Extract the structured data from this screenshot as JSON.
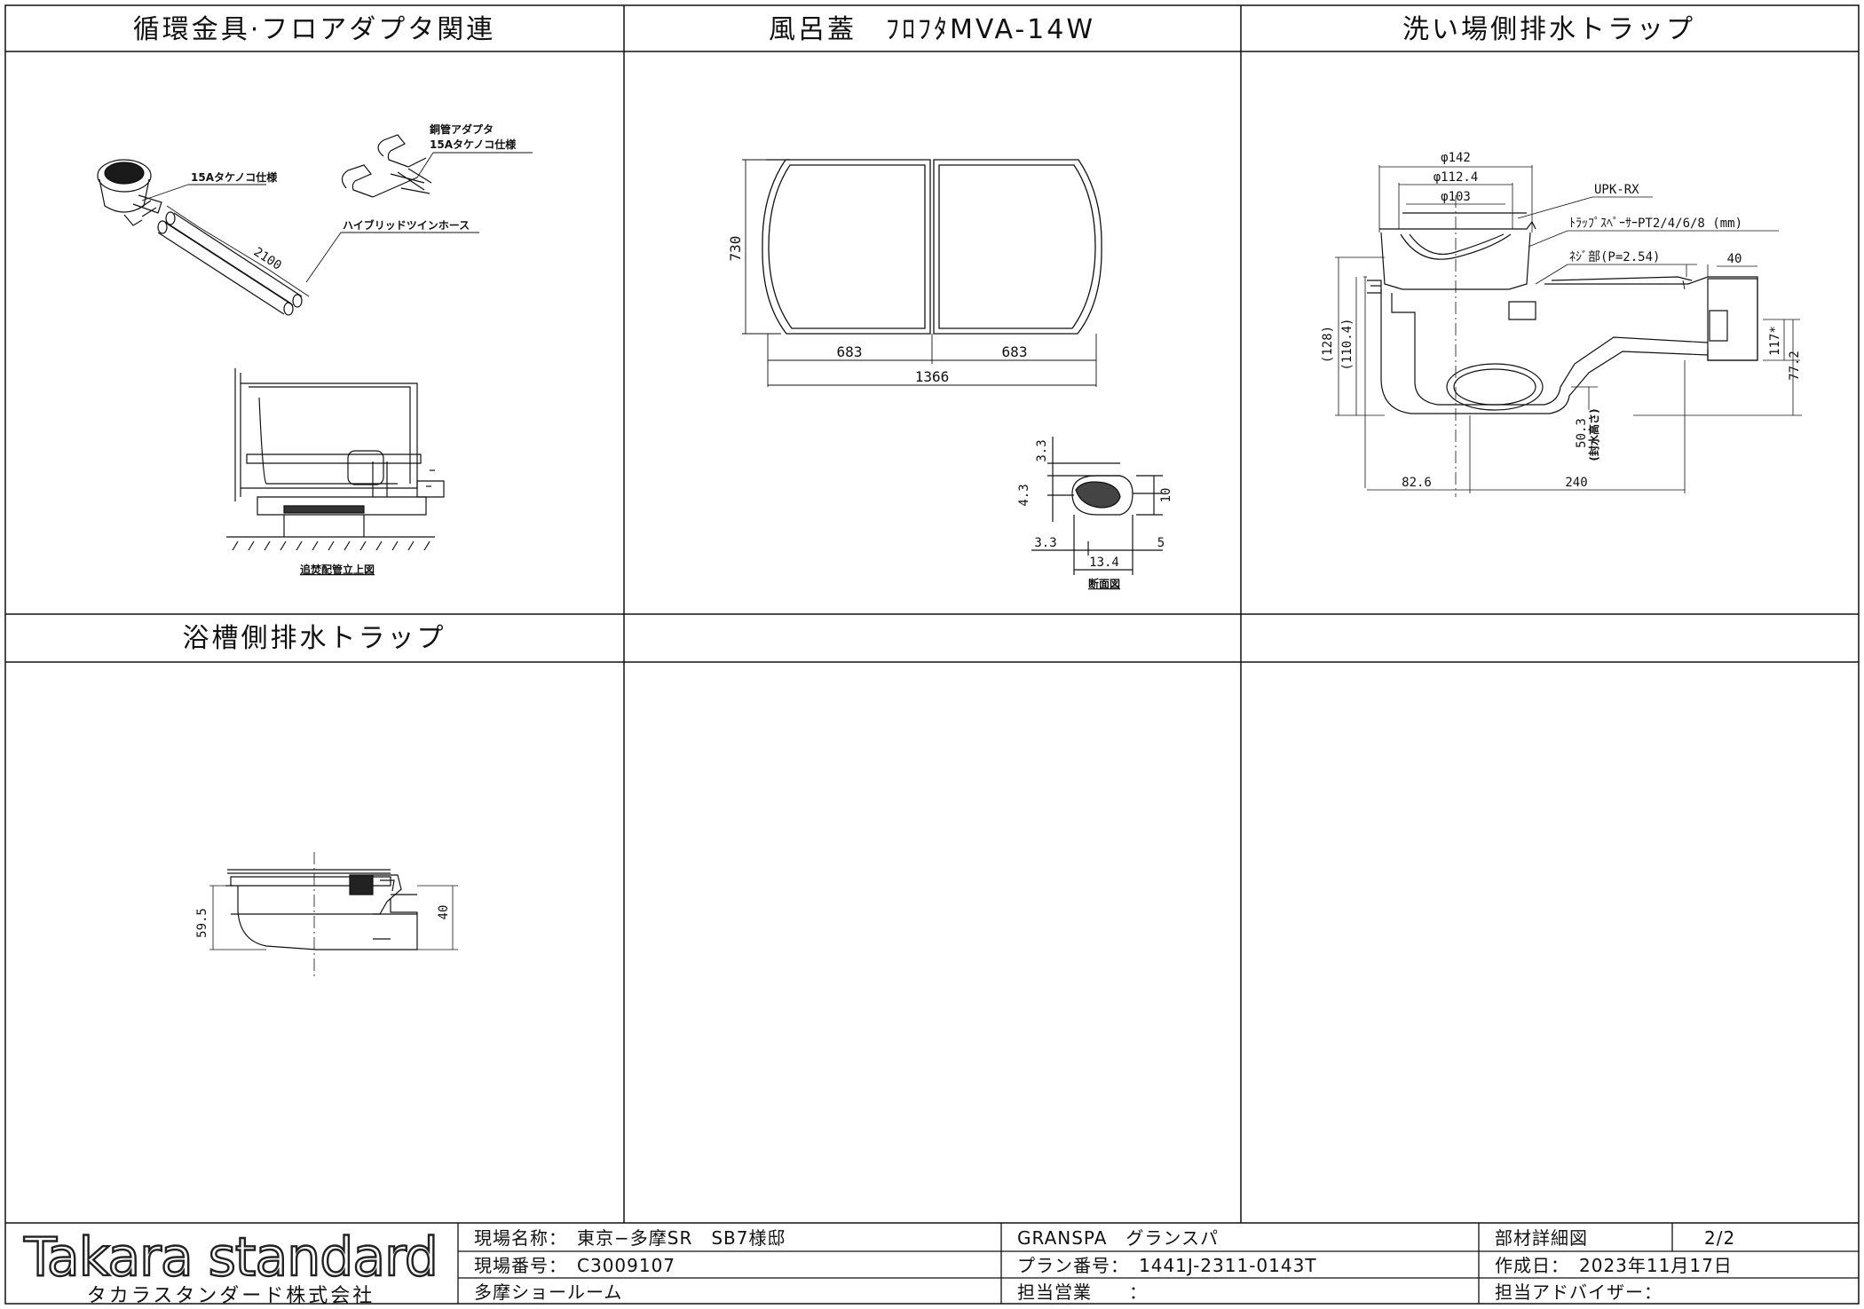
{
  "panels": {
    "top_left": "循環金具·フロアダプタ関連",
    "top_mid": "風呂蓋　ﾌﾛﾌﾀMVA-14W",
    "top_right": "洗い場側排水トラップ",
    "bottom_left": "浴槽側排水トラップ"
  },
  "fittings": {
    "adapter_label": "15Aタケノコ仕様",
    "copper_label_1": "銅管アダプタ",
    "copper_label_2": "15Aタケノコ仕様",
    "hose_label": "ハイブリッドツインホース",
    "hose_length": "2100",
    "caption": "追焚配管立上図"
  },
  "lid": {
    "height": "730",
    "half_left": "683",
    "half_right": "683",
    "total": "1366",
    "section_caption": "断面図",
    "sec_d1": "3.3",
    "sec_d2": "4.3",
    "sec_d3": "10",
    "sec_d4": "3.3",
    "sec_d5": "13.4",
    "sec_d6": "5"
  },
  "trap_wash": {
    "d1": "φ142",
    "d2": "φ112.4",
    "d3": "φ103",
    "label_model": "UPK-RX",
    "label_spacer": "ﾄﾗｯﾌﾟｽﾍﾟｰｻｰPT2/4/6/8 (mm)",
    "label_thread": "ﾈｼﾞ部(P=2.54)",
    "w40": "40",
    "h128": "(128)",
    "h110": "(110.4)",
    "h117": "117*",
    "h77": "77.2",
    "h50": "50.3",
    "h50_note": "(封水高さ)",
    "w82": "82.6",
    "w240": "240"
  },
  "trap_tub": {
    "h1": "59.5",
    "h2": "40"
  },
  "title_block": {
    "company_logo": "Takara standard",
    "company_name": "タカラスタンダード株式会社",
    "site_name": "現場名称：　東京−多摩SR　SB7様邸",
    "site_number": "現場番号：　C3009107",
    "showroom": "多摩ショールーム",
    "product": "GRANSPA　グランスパ",
    "plan_number": "プラン番号：　1441J-2311-0143T",
    "sales": "担当営業　　：",
    "drawing_type": "部材詳細図",
    "page": "2/2",
    "created": "作成日：　2023年11月17日",
    "advisor": "担当アドバイザー："
  }
}
